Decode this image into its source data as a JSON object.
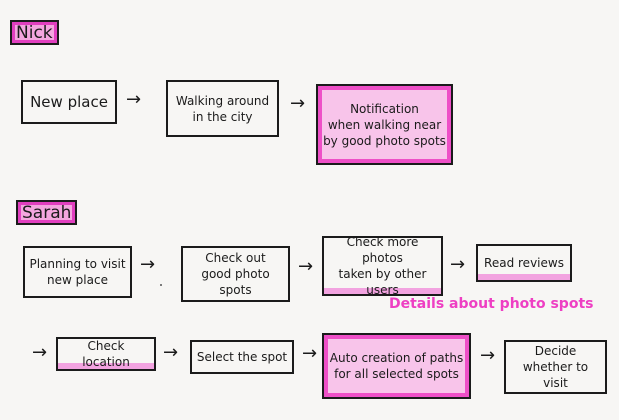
{
  "personas": {
    "nick": "Nick",
    "sarah": "Sarah"
  },
  "nick_flow": {
    "step1": "New place",
    "step2": "Walking around\nin the city",
    "step3": "Notification\nwhen walking near\nby good photo spots"
  },
  "sarah_flow": {
    "step1": "Planning to visit\nnew place",
    "step2": "Check out\ngood photo spots",
    "step3": "Check more photos\ntaken by other users",
    "step4": "Read reviews",
    "step5": "Check location",
    "step6": "Select the spot",
    "step7": "Auto creation of paths\nfor all selected spots",
    "step8": "Decide\nwhether to visit"
  },
  "annotation": "Details about photo spots",
  "arrow_glyph": "→",
  "colors": {
    "highlight": "#ee4fc7",
    "annotation": "#ee3fc3"
  }
}
